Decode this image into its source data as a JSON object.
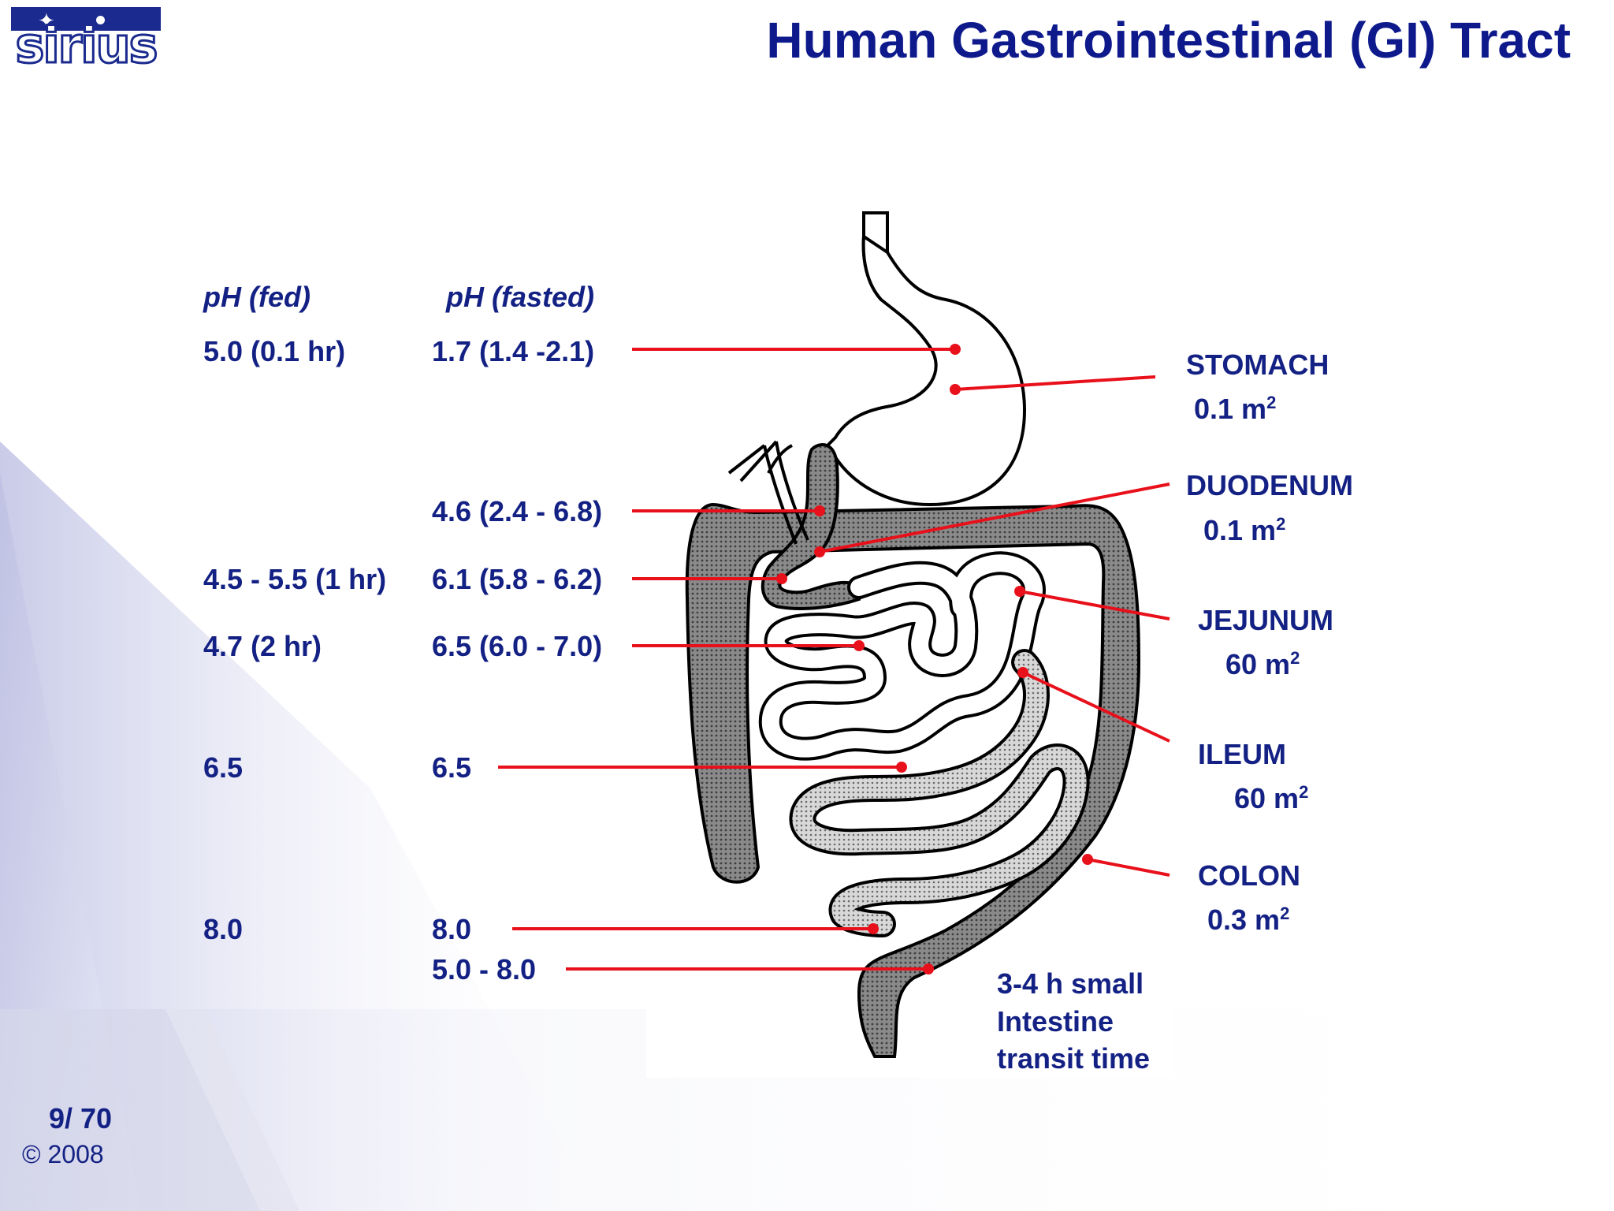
{
  "title": "Human Gastrointestinal (GI) Tract",
  "logo_text": "sirius",
  "footer": {
    "page": "9/ 70",
    "copyright": "© 2008"
  },
  "headers": {
    "fed": "pH (fed)",
    "fasted": "pH (fasted)"
  },
  "rows": [
    {
      "fed": "5.0 (0.1 hr)",
      "fasted": "1.7 (1.4 -2.1)"
    },
    {
      "fed": "",
      "fasted": "4.6 (2.4 - 6.8)"
    },
    {
      "fed": "4.5 - 5.5 (1 hr)",
      "fasted": "6.1 (5.8 - 6.2)"
    },
    {
      "fed": "4.7 (2 hr)",
      "fasted": "6.5 (6.0 - 7.0)"
    },
    {
      "fed": "6.5",
      "fasted": "6.5"
    },
    {
      "fed": "8.0",
      "fasted": "8.0"
    },
    {
      "fed": "",
      "fasted": "5.0 - 8.0"
    }
  ],
  "organs": [
    {
      "name": "STOMACH",
      "area": "0.1 m",
      "exp": "2"
    },
    {
      "name": "DUODENUM",
      "area": "0.1 m",
      "exp": "2"
    },
    {
      "name": "JEJUNUM",
      "area": "60 m",
      "exp": "2"
    },
    {
      "name": "ILEUM",
      "area": "60 m",
      "exp": "2"
    },
    {
      "name": "COLON",
      "area": "0.3 m",
      "exp": "2"
    }
  ],
  "transit_note": [
    "3-4 h small",
    "Intestine",
    "transit time"
  ],
  "colors": {
    "title": "#0e1a8c",
    "text": "#142184",
    "pointer": "#e8101a",
    "colon": "#7a7a7a",
    "ileum": "#c9c9c9"
  }
}
